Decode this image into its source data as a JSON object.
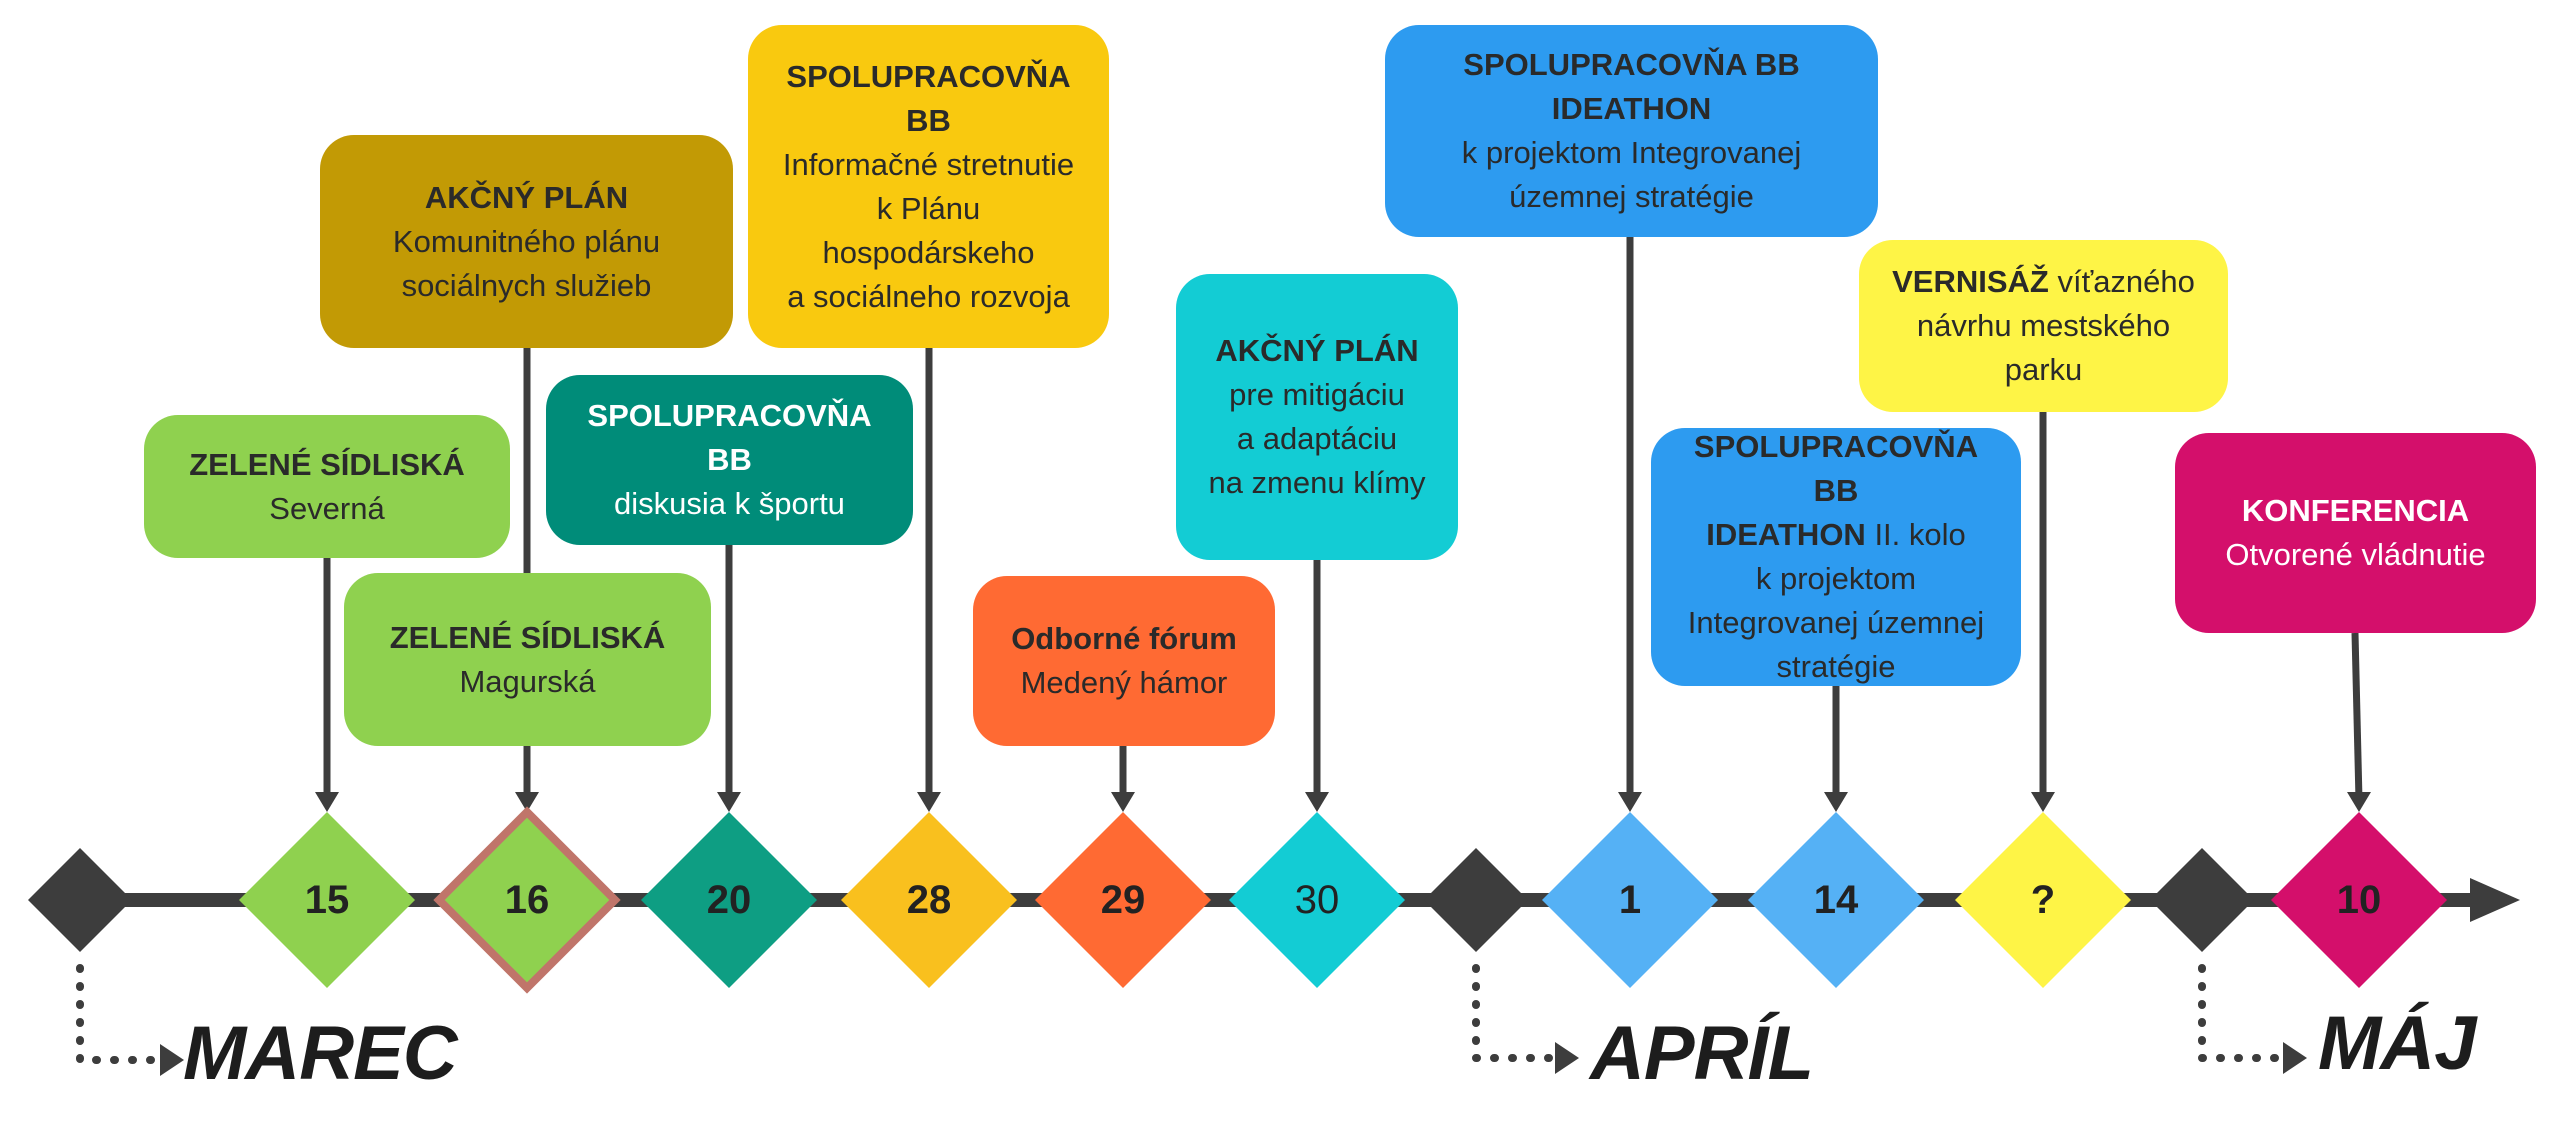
{
  "cards": {
    "zs_severna": {
      "title": "ZELENÉ SÍDLISKÁ",
      "line1": "Severná",
      "color": "#8fd14f"
    },
    "akcny_plan_kpss": {
      "title": "AKČNÝ PLÁN",
      "line1": "Komunitného plánu",
      "line2": "sociálnych služieb",
      "color": "#c29a05"
    },
    "zs_magurska": {
      "title": "ZELENÉ SÍDLISKÁ",
      "line1": "Magurská",
      "color": "#8fd14f"
    },
    "spolu_sport": {
      "title": "SPOLUPRACOVŇA BB",
      "line1": "diskusia k športu",
      "color": "#008c79"
    },
    "spolu_phsr": {
      "title1": "SPOLUPRACOVŇA",
      "title2": "BB",
      "line1": "Informačné stretnutie",
      "line2": "k Plánu",
      "line3": "hospodárskeho",
      "line4": "a sociálneho rozvoja",
      "color": "#f9c90f"
    },
    "odborne_forum": {
      "title": "Odborné fórum",
      "line1": "Medený hámor",
      "color": "#ff6a33"
    },
    "akcny_plan_klima": {
      "title": "AKČNÝ PLÁN",
      "line1": "pre mitigáciu",
      "line2": "a adaptáciu",
      "line3": "na zmenu klímy",
      "color": "#13ccd4"
    },
    "ideathon_1": {
      "title1": "SPOLUPRACOVŇA BB",
      "title2": "IDEATHON",
      "line1": "k projektom Integrovanej",
      "line2": "územnej stratégie",
      "color": "#2d9bf0"
    },
    "ideathon_2": {
      "title1": "SPOLUPRACOVŇA BB",
      "title2": "IDEATHON",
      "title2_rest": " II. kolo",
      "line1": "k projektom",
      "line2": "Integrovanej územnej",
      "line3": "stratégie",
      "color": "#2d9bf0"
    },
    "vernisaz": {
      "title": "VERNISÁŽ",
      "title_rest": " víťazného",
      "line1": "návrhu mestského",
      "line2": "parku",
      "color": "#fef446"
    },
    "konferencia": {
      "title": "KONFERENCIA",
      "line1": "Otvorené vládnutie",
      "color": "#d40f6b"
    }
  },
  "dates": [
    {
      "label": "15",
      "color": "#8fd14f"
    },
    {
      "label": "16",
      "color": "#8fd14f",
      "border": "#c0756a"
    },
    {
      "label": "20",
      "color": "#0e9e83"
    },
    {
      "label": "28",
      "color": "#f9c01e"
    },
    {
      "label": "29",
      "color": "#ff6a33"
    },
    {
      "label": "30",
      "color": "#13ccd4"
    },
    {
      "label": "1",
      "color": "#55b1f5"
    },
    {
      "label": "14",
      "color": "#55b1f5"
    },
    {
      "label": "?",
      "color": "#fef446"
    },
    {
      "label": "10",
      "color": "#d40f6b"
    }
  ],
  "months": {
    "march": "MAREC",
    "april": "APRÍL",
    "may": "MÁJ"
  },
  "colors": {
    "axis": "#3d3d3d",
    "month_marker": "#3d3d3d"
  }
}
